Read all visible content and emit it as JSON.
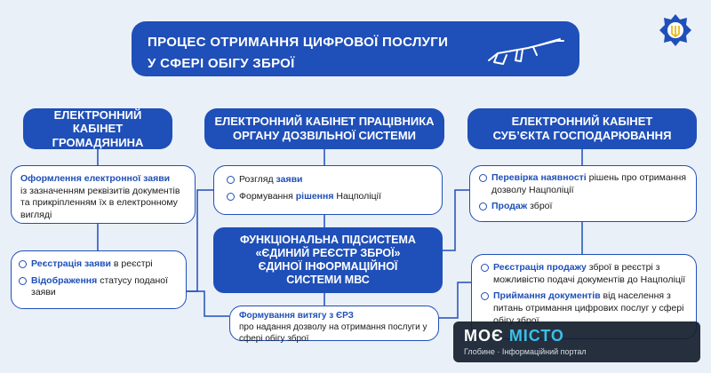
{
  "title": {
    "line1": "ПРОЦЕС ОТРИМАННЯ ЦИФРОВОЇ ПОСЛУГИ",
    "line2": "У СФЕРІ ОБІГУ ЗБРОЇ"
  },
  "columns": {
    "citizen": {
      "line1": "ЕЛЕКТРОННИЙ КАБІНЕТ",
      "line2": "ГРОМАДЯНИНА"
    },
    "officer": {
      "line1": "ЕЛЕКТРОННИЙ КАБІНЕТ ПРАЦІВНИКА",
      "line2": "ОРГАНУ ДОЗВІЛЬНОЇ СИСТЕМИ"
    },
    "business": {
      "line1": "ЕЛЕКТРОННИЙ КАБІНЕТ",
      "line2": "СУБ’ЄКТА ГОСПОДАРЮВАННЯ"
    }
  },
  "citizen_card1": {
    "hl": "Оформлення електронної заяви",
    "text": "із зазначенням реквізитів документів та прикріпленням їх в електронному вигляді"
  },
  "citizen_card2": {
    "item1_hl": "Реєстрація заяви",
    "item1_text": " в реєстрі",
    "item2_hl": "Відображення",
    "item2_text": " статусу поданої заяви"
  },
  "officer_card": {
    "item1_text": "Розгляд ",
    "item1_hl": "заяви",
    "item2_text": "Формування ",
    "item2_hl": "рішення",
    "item2_tail": " Нацполіції"
  },
  "center": {
    "line1": "ФУНКЦІОНАЛЬНА ПІДСИСТЕМА",
    "line2": "«ЄДИНИЙ РЕЄСТР ЗБРОЇ»",
    "line3": "ЄДИНОЇ ІНФОРМАЦІЙНОЇ",
    "line4": "СИСТЕМИ МВС"
  },
  "extract_card": {
    "hl": "Формування витягу з ЄРЗ",
    "text": "про надання дозволу на отримання послуги у сфері обігу зброї"
  },
  "business_card1": {
    "item1_hl": "Перевірка наявності",
    "item1_text": " рішень про отримання дозволу Нацполіції",
    "item2_hl": "Продаж",
    "item2_text": " зброї"
  },
  "business_card2": {
    "item1_hl": "Реєстрація продажу",
    "item1_text": " зброї в реєстрі з можливістю подачі документів до Нацполіції",
    "item2_hl": "Приймання документів",
    "item2_text": " від населення з питань отримання цифрових послуг у сфері обігу зброї"
  },
  "watermark": {
    "brand1": "МОЄ",
    "brand2": " МІСТО",
    "sub": "Глобине · Інформаційний портал"
  },
  "colors": {
    "primary": "#1f4fb8",
    "background": "#eaf0f8"
  }
}
